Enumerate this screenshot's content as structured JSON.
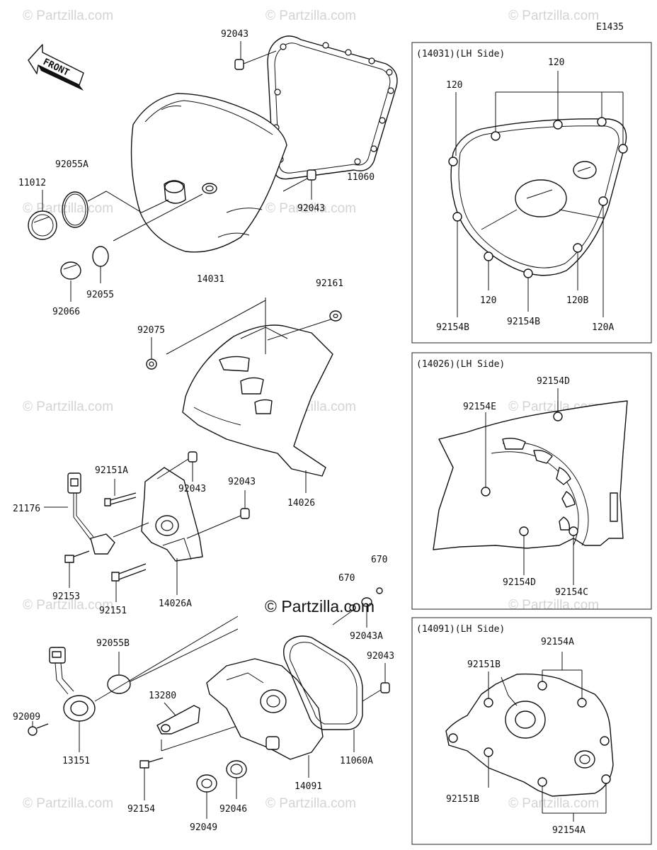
{
  "diagram_code": "E1435",
  "front_label": "FRONT",
  "watermark": "© Partzilla.com",
  "brand_stamp": "© Partzilla.com",
  "parts": {
    "p92043_top": "92043",
    "p11012": "11012",
    "p92055A": "92055A",
    "p92043_mid": "92043",
    "p11060": "11060",
    "p14031": "14031",
    "p92066": "92066",
    "p92055": "92055",
    "p92161": "92161",
    "p92075": "92075",
    "p14026": "14026",
    "p92151A": "92151A",
    "p92043_b1": "92043",
    "p92043_b2": "92043",
    "p21176": "21176",
    "p92153": "92153",
    "p92151": "92151",
    "p14026A": "14026A",
    "p670a": "670",
    "p670b": "670",
    "p92043A": "92043A",
    "p92055B": "92055B",
    "p92043_c": "92043",
    "p13280": "13280",
    "p92009": "92009",
    "p13151": "13151",
    "p11060A": "11060A",
    "p14091": "14091",
    "p92154": "92154",
    "p92046": "92046",
    "p92049": "92049"
  },
  "inset1": {
    "header": "(14031)(LH Side)",
    "l120_top": "120",
    "l120_left": "120",
    "l120_bottom": "120",
    "l120B": "120B",
    "l120A": "120A",
    "l92154B_left": "92154B",
    "l92154B_mid": "92154B"
  },
  "inset2": {
    "header": "(14026)(LH Side)",
    "l92154D_top": "92154D",
    "l92154E": "92154E",
    "l92154D_bot": "92154D",
    "l92154C": "92154C"
  },
  "inset3": {
    "header": "(14091)(LH Side)",
    "l92154A_top": "92154A",
    "l92151B_top": "92151B",
    "l92151B_bot": "92151B",
    "l92154A_bot": "92154A"
  }
}
